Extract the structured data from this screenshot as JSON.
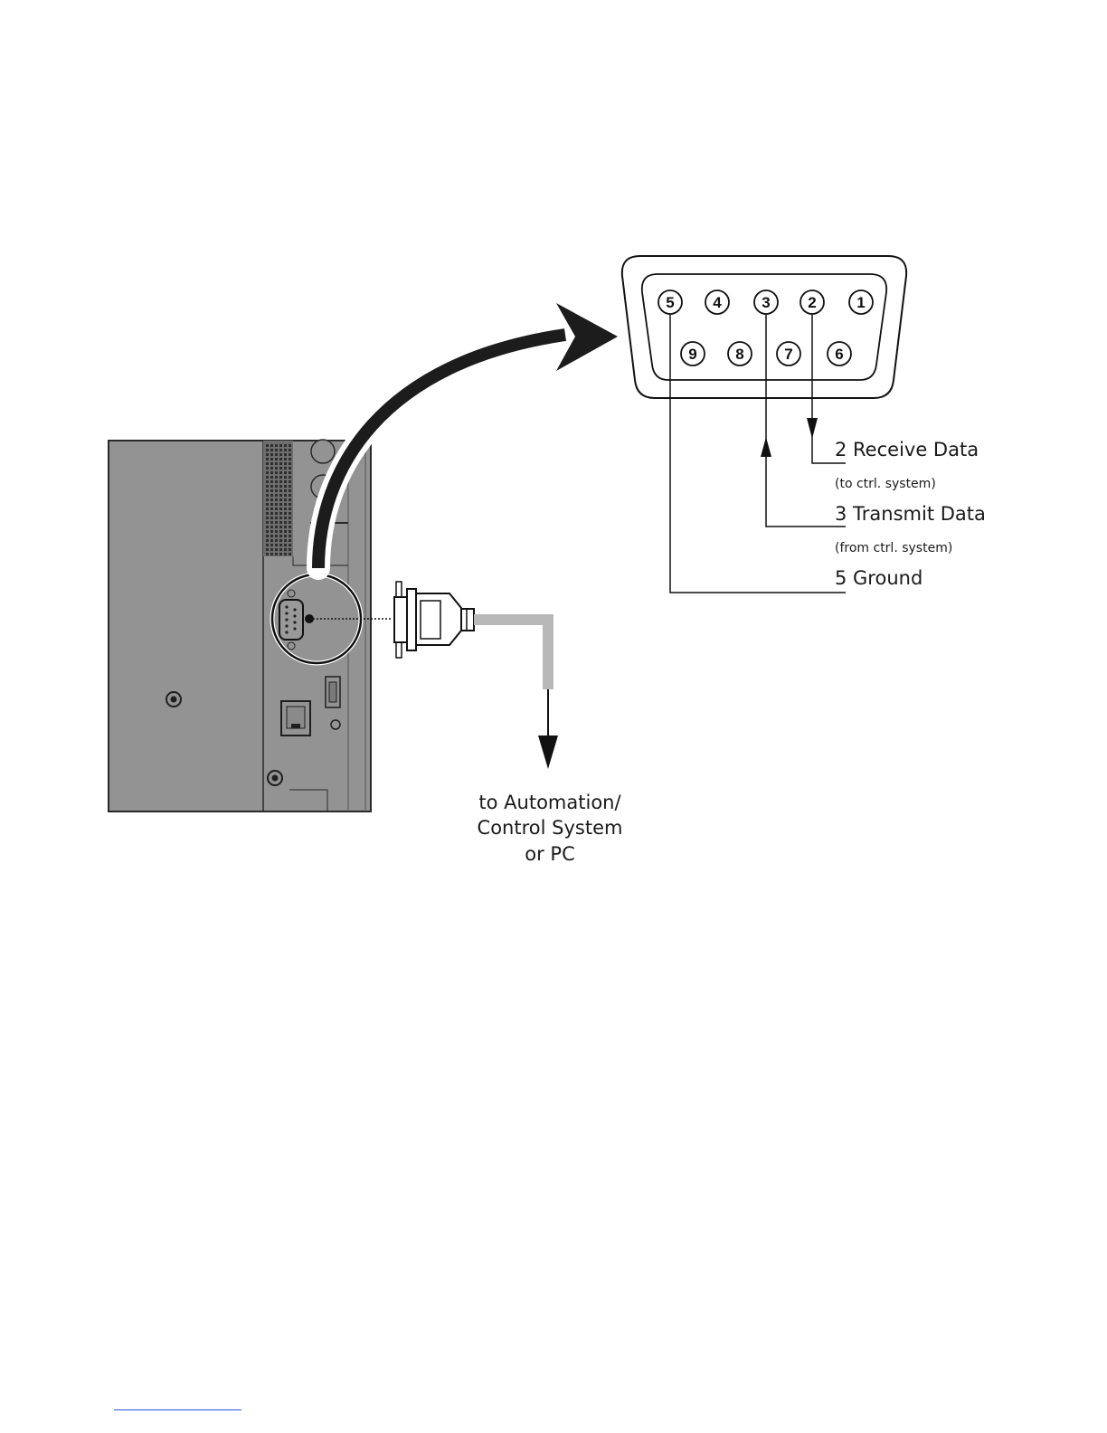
{
  "connector": {
    "top_row_pins": [
      "5",
      "4",
      "3",
      "2",
      "1"
    ],
    "bottom_row_pins": [
      "9",
      "8",
      "7",
      "6"
    ]
  },
  "signals": {
    "receive": {
      "label": "2 Receive Data",
      "note": "(to ctrl. system)"
    },
    "transmit": {
      "label": "3 Transmit Data",
      "note": "(from ctrl. system)"
    },
    "ground": {
      "label": "5 Ground"
    }
  },
  "destination": {
    "line1": "to Automation/",
    "line2": "Control System",
    "line3": "or PC"
  },
  "colors": {
    "panel": "#939393",
    "cable": "#b8b8b8",
    "arrow": "#1c1c1c",
    "footnote_rule": "#2b4fd6"
  }
}
